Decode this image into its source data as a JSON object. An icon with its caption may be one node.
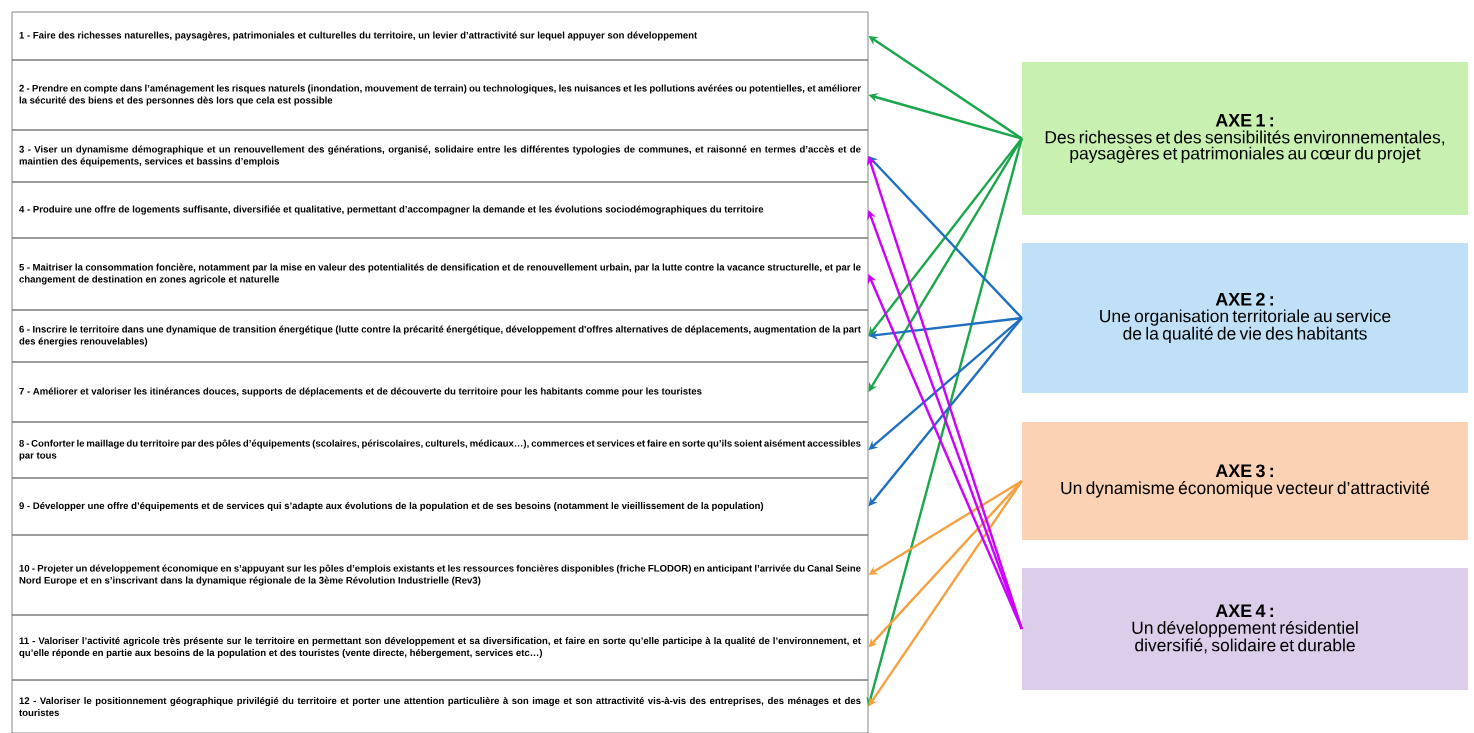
{
  "diagram": {
    "nodes": [
      {
        "text": [
          "1 - Faire des richesses naturelles, paysagères, patrimoniales et culturelles du territoire, un levier d’attractivité sur lequel appuyer son développement"
        ]
      },
      {
        "text": [
          "2 - Prendre en compte dans l’aménagement les risques naturels (inondation, mouvement de terrain) ou technologiques, les nuisances et les pollutions avérées ou potentielles, et améliorer la sécurité des biens et des personnes dès lors que cela est possible"
        ]
      },
      {
        "text": [
          "3 - Viser un dynamisme démographique et un renouvellement des générations, organisé, solidaire entre les différentes typologies de communes, et raisonné en termes d’accès et de maintien des équipements, services et bassins d’emplois"
        ]
      },
      {
        "text": [
          "4 - Produire une offre de logements suffisante, diversifiée et qualitative, permettant d’accompagner la demande et les évolutions sociodémographiques du territoire"
        ]
      },
      {
        "text": [
          "5 - Maitriser la consommation foncière, notamment par la mise en valeur des potentialités de densification et de renouvellement urbain, par la lutte contre la vacance structurelle, et par le changement de destination en zones agricole et naturelle"
        ]
      },
      {
        "text": [
          "6 - Inscrire le territoire dans une dynamique de transition énergétique (lutte contre la précarité énergétique, développement d'offres alternatives de déplacements, augmentation de la part des énergies renouvelables)"
        ]
      },
      {
        "text": [
          "7 - Améliorer et valoriser les itinérances douces, supports de déplacements et de découverte du territoire pour les habitants comme pour les touristes"
        ]
      },
      {
        "text": [
          "8 - Conforter le maillage du territoire par des pôles d’équipements (scolaires, périscolaires, culturels, médicaux…), commerces et services et faire en sorte qu’ils soient aisément accessibles par tous"
        ]
      },
      {
        "text": [
          "9 - Développer une offre d’équipements et de services qui s’adapte aux évolutions de la population et de ses besoins (notamment le vieillissement de la population)"
        ]
      },
      {
        "text": [
          "10 - Projeter un développement économique en s’appuyant sur les pôles d’emplois existants et les ressources foncières disponibles (friche FLODOR) en anticipant l’arrivée du Canal Seine Nord Europe et en s’inscrivant dans la dynamique régionale de la 3ème Révolution Industrielle (Rev3)"
        ]
      },
      {
        "text": [
          "11 - Valoriser l’activité agricole très présente sur le territoire en permettant son développement et sa diversification, et faire en sorte qu’elle participe à la qualité de l’environnement, et qu’elle réponde en partie aux besoins de la population et des touristes (vente directe, hébergement, services etc…)"
        ]
      },
      {
        "text": [
          "12 - Valoriser le positionnement géographique privilégié du territoire et porter une attention particulière à son image et son attractivité vis-à-vis des entreprises, des ménages et des touristes"
        ]
      },
      {
        "text": [
          "AXE 1 :",
          "Des richesses et des sensibilités environnementales, paysagères et patrimoniales au cœur du projet"
        ]
      },
      {
        "text": [
          "AXE 2 :",
          "Une organisation territoriale au service de la qualité de vie des habitants"
        ]
      },
      {
        "text": [
          "AXE 3 :",
          "Un dynamisme économique vecteur d’attractivité"
        ]
      },
      {
        "text": [
          "AXE 4 :",
          "Un développement résidentiel diversifié, solidaire et durable"
        ]
      }
    ],
    "edges": [
      {
        "from": 12,
        "to": 0,
        "arrow": "to",
        "color": "#1aa64a"
      },
      {
        "from": 12,
        "to": 1,
        "arrow": "to",
        "color": "#1aa64a"
      },
      {
        "from": 12,
        "to": 5,
        "arrow": "to",
        "color": "#1aa64a"
      },
      {
        "from": 12,
        "to": 6,
        "arrow": "to",
        "color": "#1aa64a"
      },
      {
        "from": 12,
        "to": 11,
        "arrow": "to",
        "color": "#1aa64a"
      },
      {
        "from": 13,
        "to": 2,
        "arrow": "to",
        "color": "#1f6fc1"
      },
      {
        "from": 13,
        "to": 5,
        "arrow": "to",
        "color": "#1f6fc1"
      },
      {
        "from": 13,
        "to": 7,
        "arrow": "to",
        "color": "#1f6fc1"
      },
      {
        "from": 13,
        "to": 8,
        "arrow": "to",
        "color": "#1f6fc1"
      },
      {
        "from": 14,
        "to": 9,
        "arrow": "to",
        "color": "#f5a142"
      },
      {
        "from": 14,
        "to": 10,
        "arrow": "to",
        "color": "#f5a142"
      },
      {
        "from": 14,
        "to": 11,
        "arrow": "to",
        "color": "#f5a142"
      },
      {
        "from": 15,
        "to": 2,
        "arrow": "to",
        "color": "#cc00ff"
      },
      {
        "from": 15,
        "to": 3,
        "arrow": "to",
        "color": "#cc00ff"
      },
      {
        "from": 15,
        "to": 4,
        "arrow": "to",
        "color": "#cc00ff"
      }
    ]
  }
}
